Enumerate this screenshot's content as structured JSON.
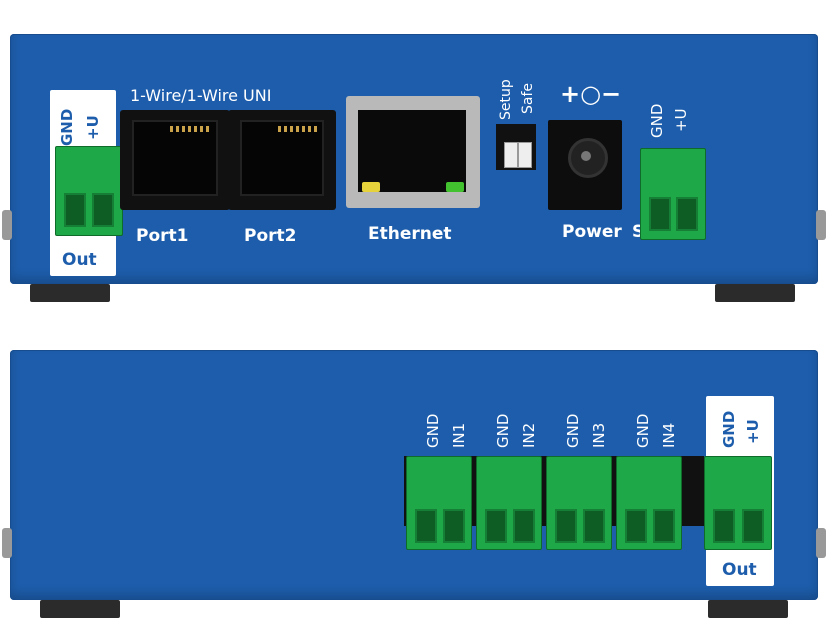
{
  "top": {
    "sticker_left": {
      "line1": "GND",
      "line2": "+U",
      "bottom": "Out"
    },
    "header_label": "1-Wire/1-Wire UNI",
    "port1": "Port1",
    "port2": "Port2",
    "ethernet": "Ethernet",
    "setup": "Setup",
    "safe": "Safe",
    "power_symbol": "+○−",
    "power_label": "Power",
    "gnd_right": "GND",
    "plus_u_right": "+U",
    "partial_s": "S"
  },
  "bottom": {
    "inputs": [
      {
        "gnd": "GND",
        "in": "IN1"
      },
      {
        "gnd": "GND",
        "in": "IN2"
      },
      {
        "gnd": "GND",
        "in": "IN3"
      },
      {
        "gnd": "GND",
        "in": "IN4"
      }
    ],
    "sticker_right": {
      "line1": "GND",
      "line2": "+U",
      "bottom": "Out"
    }
  }
}
